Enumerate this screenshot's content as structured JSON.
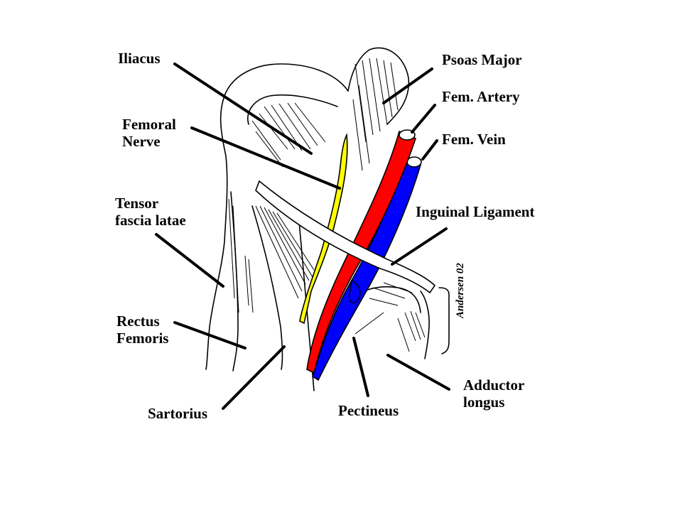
{
  "colors": {
    "artery": "#ff0000",
    "vein": "#0000ff",
    "nerve": "#ffff00",
    "ink": "#000000",
    "background": "#ffffff"
  },
  "labels": {
    "iliacus": [
      "Iliacus"
    ],
    "psoas_major": [
      "Psoas Major"
    ],
    "fem_artery": [
      "Fem. Artery"
    ],
    "femoral_nerve": [
      "Femoral",
      "Nerve"
    ],
    "fem_vein": [
      "Fem. Vein"
    ],
    "tensor_fascia_latae": [
      "Tensor",
      "fascia latae"
    ],
    "inguinal_ligament": [
      "Inguinal Ligament"
    ],
    "rectus_femoris": [
      "Rectus",
      "Femoris"
    ],
    "adductor_longus": [
      "Adductor",
      "longus"
    ],
    "sartorius": [
      "Sartorius"
    ],
    "pectineus": [
      "Pectineus"
    ]
  },
  "signature": "Andersen 02"
}
